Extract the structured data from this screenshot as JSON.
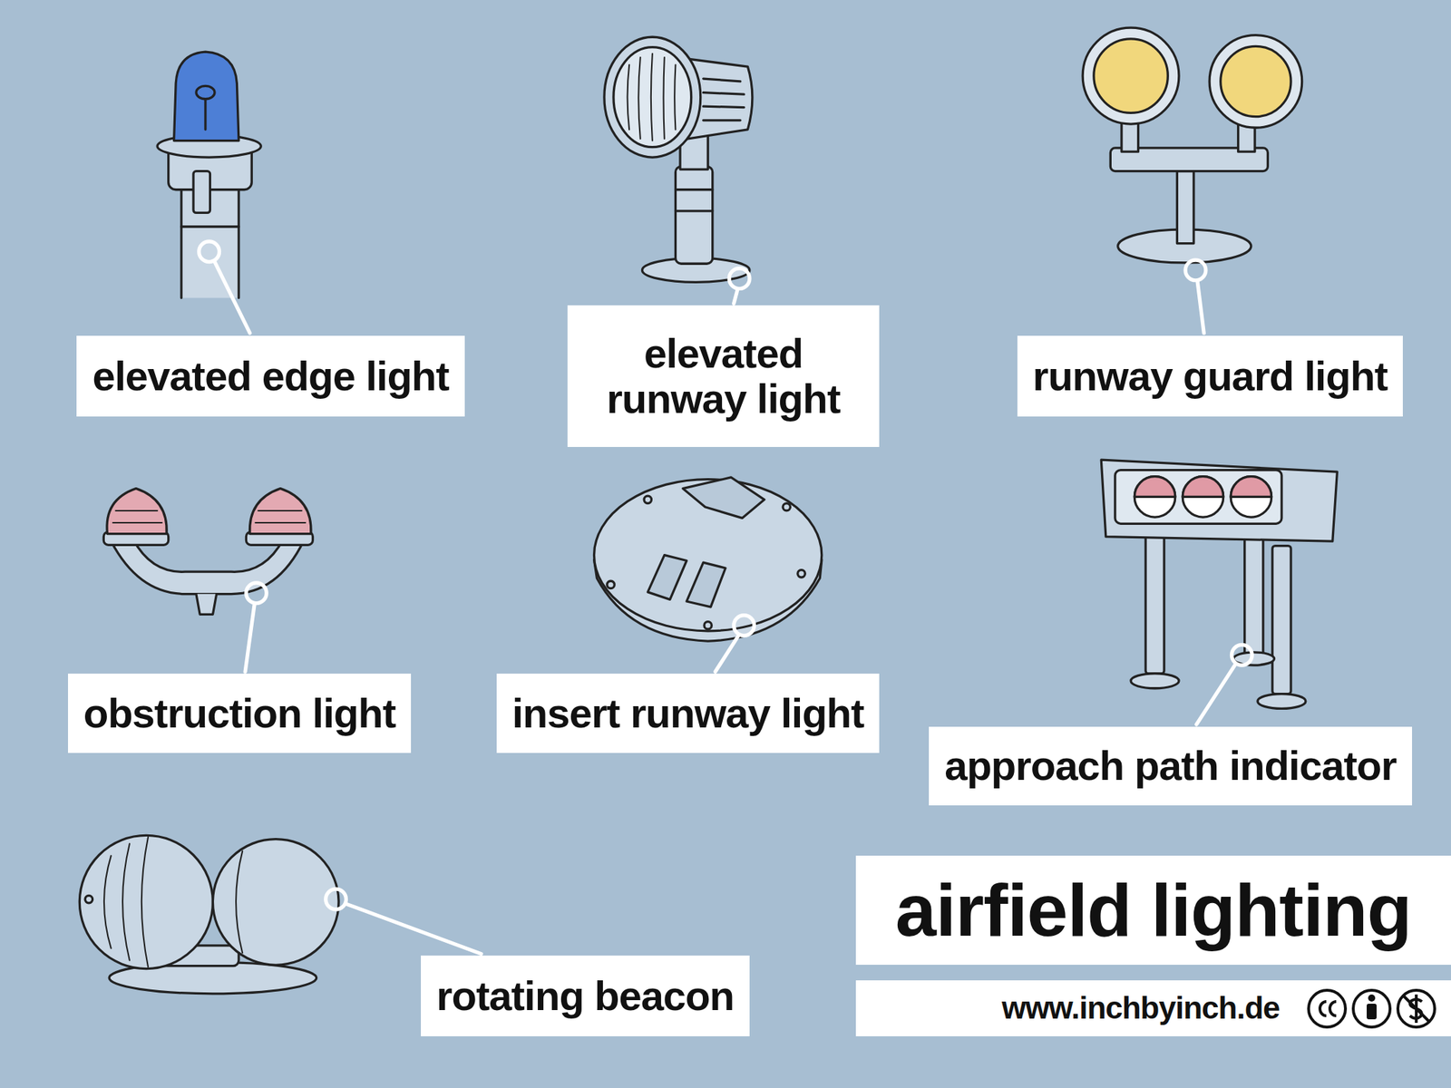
{
  "diagram": {
    "title": "airfield lighting",
    "nodes": [
      {
        "text": [
          "elevated edge light"
        ]
      },
      {
        "text": [
          "elevated runway light"
        ]
      },
      {
        "text": [
          "runway guard light"
        ]
      },
      {
        "text": [
          "obstruction light"
        ]
      },
      {
        "text": [
          "insert runway light"
        ]
      },
      {
        "text": [
          "approach path indicator"
        ]
      },
      {
        "text": [
          "rotating beacon"
        ]
      },
      {
        "text": [
          "www.inchbyinch.de"
        ]
      }
    ]
  }
}
